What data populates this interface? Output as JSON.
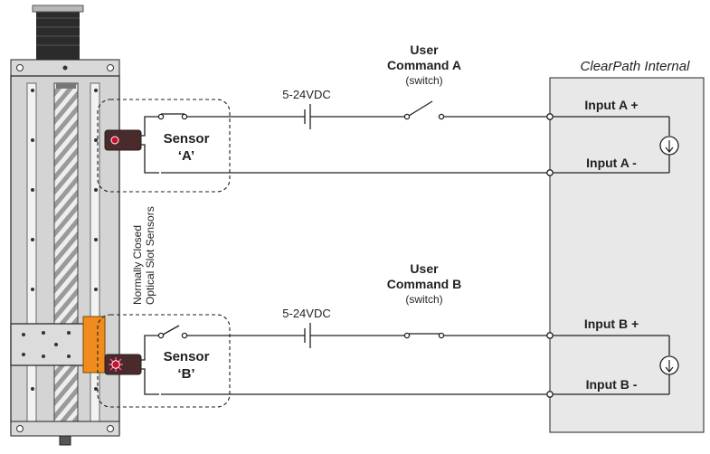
{
  "panel": {
    "title": "ClearPath Internal"
  },
  "user_command_a": {
    "line1": "User",
    "line2": "Command A",
    "line3": "(switch)"
  },
  "user_command_b": {
    "line1": "User",
    "line2": "Command B",
    "line3": "(switch)"
  },
  "supply_a": {
    "label": "5-24VDC"
  },
  "supply_b": {
    "label": "5-24VDC"
  },
  "sensor_a": {
    "line1": "Sensor",
    "line2": "‘A’"
  },
  "sensor_b": {
    "line1": "Sensor",
    "line2": "‘B’"
  },
  "sensor_type": {
    "line1": "Normally Closed",
    "line2": "Optical Slot Sensors"
  },
  "inputs": {
    "a_plus": "Input A +",
    "a_minus": "Input A -",
    "b_plus": "Input B +",
    "b_minus": "Input B -"
  },
  "colors": {
    "panel_fill": "#e8e8e8",
    "rail_fill": "#d4d4d4",
    "carriage_fill": "#dcdcdc",
    "flag_orange": "#f08c1e",
    "sensor_body": "#4a2a2a",
    "led_red": "#c8102e"
  }
}
